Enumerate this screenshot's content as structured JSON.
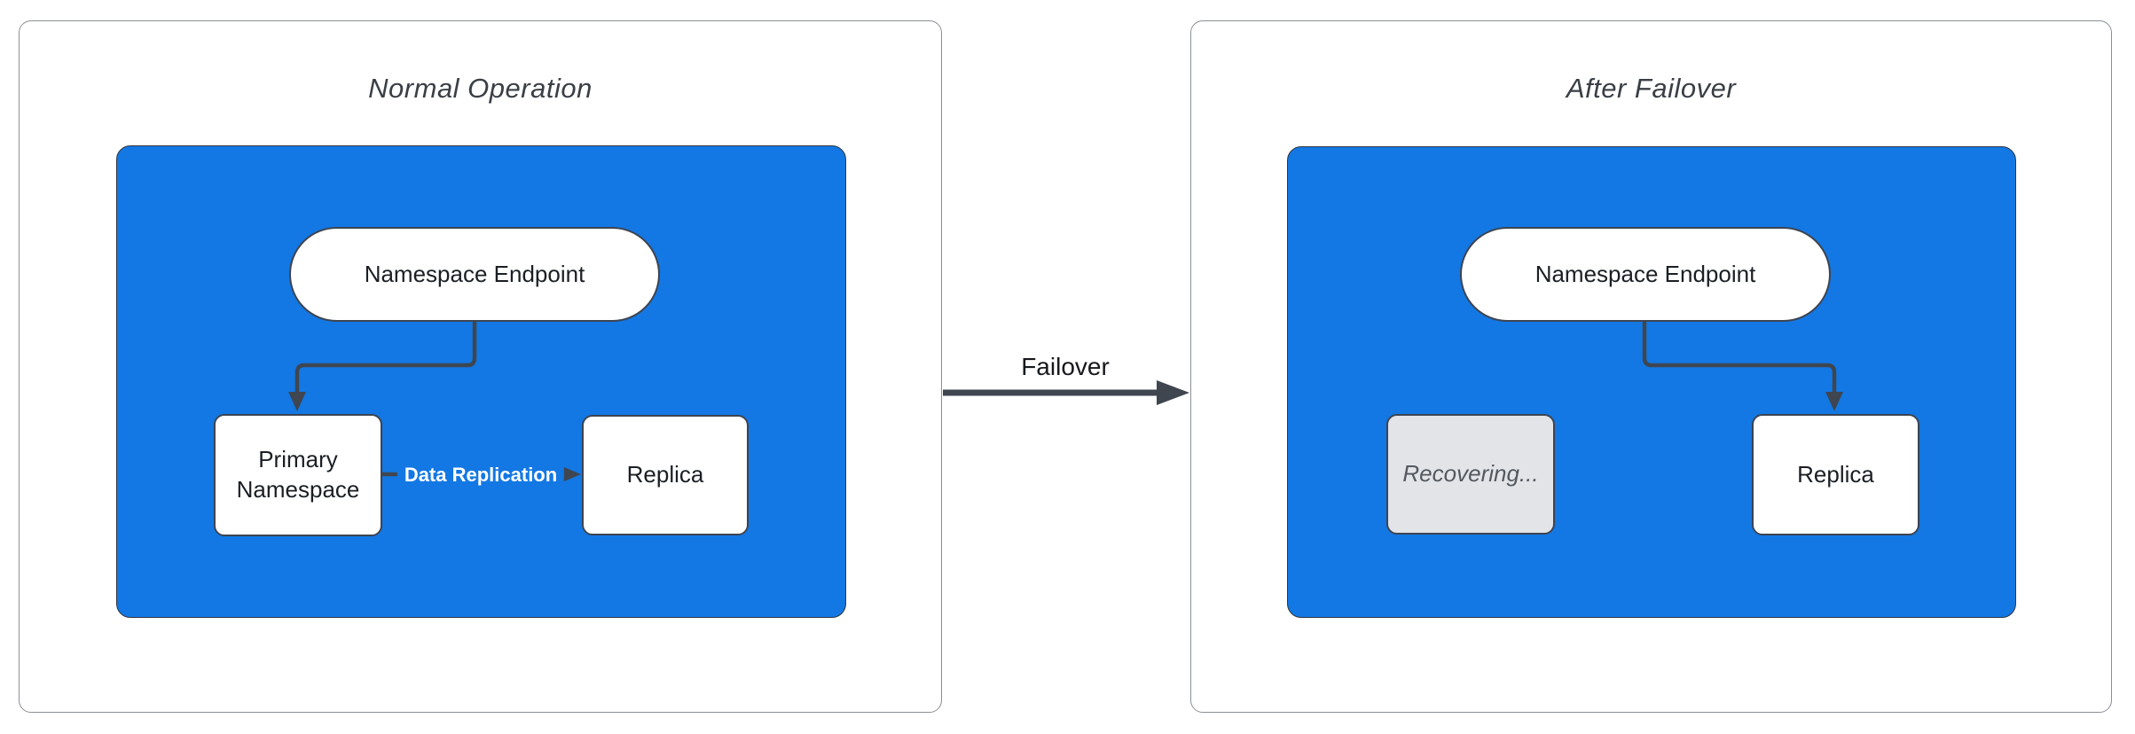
{
  "left_panel": {
    "title": "Normal Operation",
    "endpoint": "Namespace Endpoint",
    "primary": "Primary Namespace",
    "replica": "Replica",
    "replication_label": "Data Replication"
  },
  "right_panel": {
    "title": "After Failover",
    "endpoint": "Namespace Endpoint",
    "recovering": "Recovering...",
    "replica": "Replica"
  },
  "failover_label": "Failover",
  "colors": {
    "container_blue": "#1378E3",
    "node_border": "#3D4451",
    "arrow": "#3F4650",
    "recovering_bg": "#E2E4E8",
    "recovering_text": "#54595F",
    "panel_border": "#8A8F96",
    "title_text": "#3A3F46",
    "label_text": "#1B1F24"
  }
}
